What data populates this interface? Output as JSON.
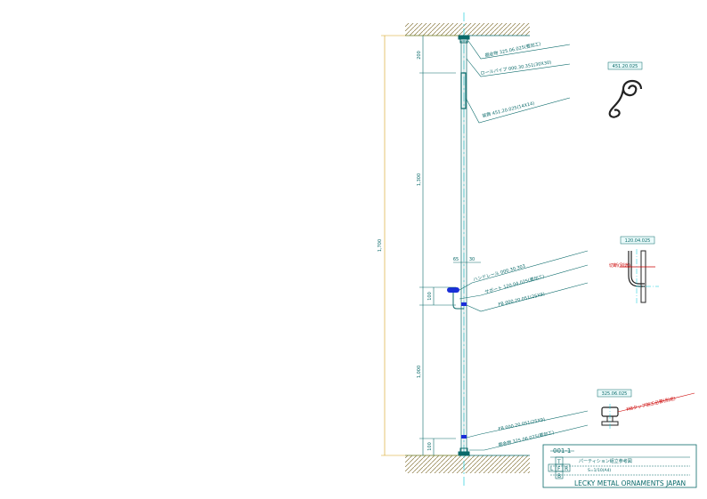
{
  "callouts": {
    "top_bracket": "据金物 325.06.025(要加工)",
    "pipe": "ロールパイプ 000.30.351(30X30)",
    "ornament": "装飾 451.20.025(14X14)",
    "handle_rail": "ハンドレール 000.30.303",
    "support": "サポート 120.04.025(要加工)",
    "flat_bar_mid": "FB 000.20.051(25X9)",
    "flat_bar_low": "FB 000.20.051(25X9)",
    "bottom_bracket": "据金物 325.06.025(要加工)"
  },
  "dimensions": {
    "total": "1,700",
    "top": "200",
    "upper": "1,300",
    "gap_a": "65",
    "gap_b": "30",
    "mid": "100",
    "lower": "1,000",
    "bottom": "100"
  },
  "details": {
    "ornament_code": "451.20.025",
    "support_code": "120.04.025",
    "support_note": "切断(別途)",
    "bracket_code": "325.06.025",
    "bracket_note": "M8タップ加工必要(別途)"
  },
  "title_block": {
    "drawing_no": "001-1",
    "title": "パーティション組立参考図",
    "subtitle": "S=1/10(A4)",
    "company": "LECKY METAL ORNAMENTS JAPAN",
    "grid_t": "T",
    "grid_l": "L",
    "grid_f": "F",
    "grid_r": "R",
    "grid_b": "B"
  },
  "colors": {
    "line": "#0a6a6a",
    "dim_gold": "#d4a017",
    "red": "#cc0000",
    "blue": "#1a2ed8",
    "cyan": "#00c8d8",
    "hatch": "#8a7a40"
  }
}
